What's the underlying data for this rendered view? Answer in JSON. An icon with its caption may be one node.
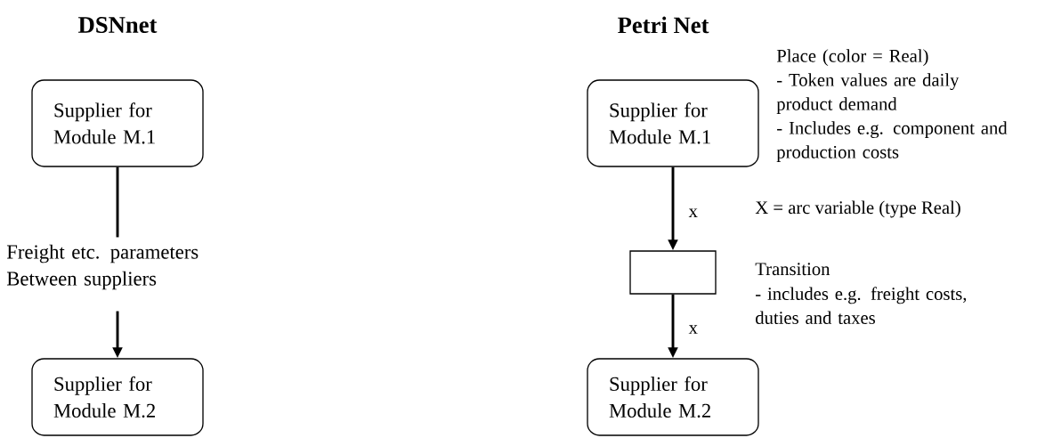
{
  "diagram": {
    "nodes": [
      {
        "text": [
          "Supplier for Module M.1"
        ]
      },
      {
        "text": [
          "Freight etc. parameters Between suppliers"
        ]
      },
      {
        "text": [
          "Supplier for Module M.2"
        ]
      },
      {
        "text": [
          "Supplier for Module M.1"
        ],
        "beside": [
          "Place (color = Real)",
          "- Token values are daily product demand",
          "- Includes e.g. component and production costs"
        ]
      },
      {
        "text": [],
        "shape": "box",
        "beside": [
          "Transition",
          "- includes e.g. freight costs, duties and taxes"
        ]
      },
      {
        "text": [
          "Supplier for Module M.2"
        ]
      }
    ],
    "edges": [
      {
        "from": 0,
        "to": 1,
        "arrow": "none"
      },
      {
        "from": 1,
        "to": 2,
        "arrow": "to"
      },
      {
        "from": 3,
        "to": 4,
        "arrow": "to",
        "label": "x"
      },
      {
        "from": 4,
        "to": 5,
        "arrow": "to",
        "label": "x"
      }
    ],
    "labels": [
      "DSNnet",
      "Petri Net",
      "X = arc variable (type Real)"
    ]
  }
}
